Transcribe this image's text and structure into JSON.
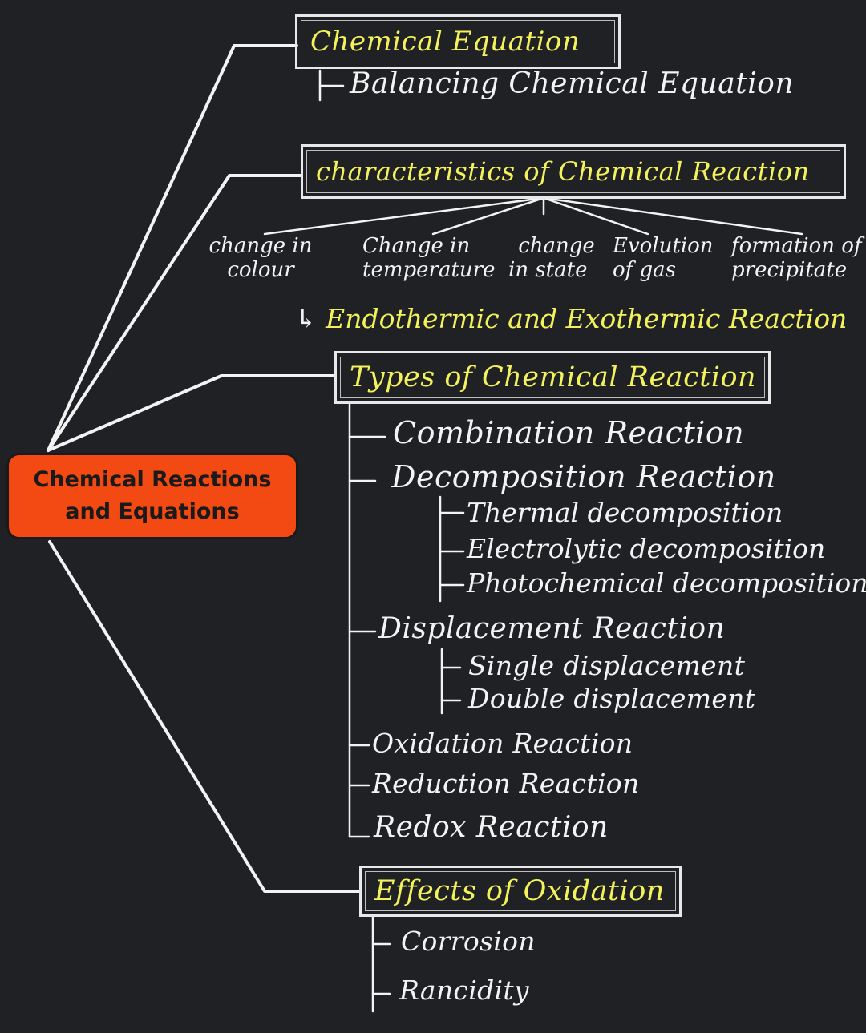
{
  "root": {
    "line1": "Chemical Reactions",
    "line2": "and Equations"
  },
  "chemical_equation": {
    "title": "Chemical Equation",
    "children": [
      "Balancing Chemical Equation"
    ]
  },
  "characteristics": {
    "title": "characteristics of Chemical Reaction",
    "items": [
      {
        "line1": "change in",
        "line2": "colour"
      },
      {
        "line1": "Change in",
        "line2": "temperature"
      },
      {
        "line1": "change",
        "line2": "in state"
      },
      {
        "line1": "Evolution",
        "line2": "of gas"
      },
      {
        "line1": "formation of",
        "line2": "precipitate"
      }
    ],
    "note": "Endothermic and Exothermic Reaction"
  },
  "types": {
    "title": "Types of Chemical Reaction",
    "combination": "Combination Reaction",
    "decomposition": "Decomposition Reaction",
    "decomposition_children": [
      "Thermal decomposition",
      "Electrolytic decomposition",
      "Photochemical decomposition"
    ],
    "displacement": "Displacement Reaction",
    "displacement_children": [
      "Single displacement",
      "Double displacement"
    ],
    "oxidation": "Oxidation Reaction",
    "reduction": "Reduction Reaction",
    "redox": "Redox Reaction"
  },
  "effects": {
    "title": "Effects of Oxidation",
    "children": [
      "Corrosion",
      "Rancidity"
    ]
  },
  "colors": {
    "background": "#1f2124",
    "heading": "#f4f25c",
    "text": "#f3f3f3",
    "root_fill": "#f24a12"
  }
}
